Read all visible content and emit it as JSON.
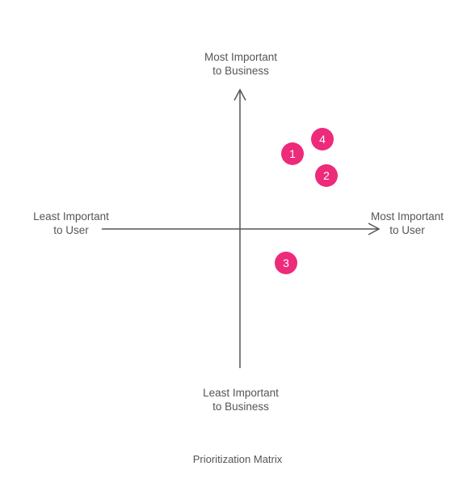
{
  "axes": {
    "y_top": {
      "line1": "Most Important",
      "line2": "to Business"
    },
    "y_bottom": {
      "line1": "Least Important",
      "line2": "to Business"
    },
    "x_left": {
      "line1": "Least Important",
      "line2": "to User"
    },
    "x_right": {
      "line1": "Most Important",
      "line2": "to User"
    }
  },
  "caption": "Prioritization Matrix",
  "colors": {
    "axis": "#555555",
    "point_fill": "#ee2a7b",
    "point_text": "#ffffff"
  },
  "points": [
    {
      "label": "1"
    },
    {
      "label": "2"
    },
    {
      "label": "3"
    },
    {
      "label": "4"
    }
  ]
}
